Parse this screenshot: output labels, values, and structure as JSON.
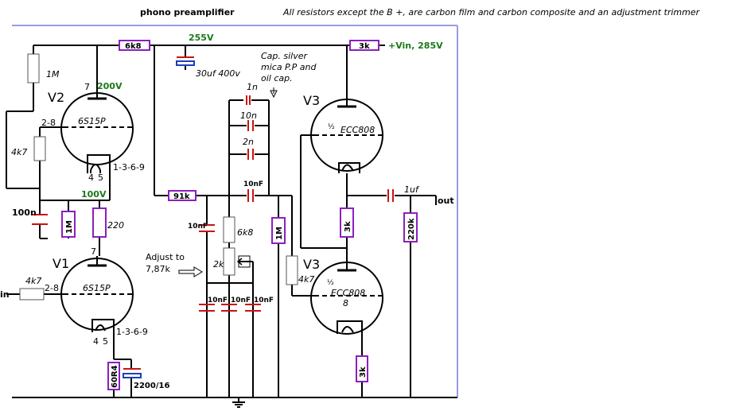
{
  "header": {
    "title": "phono preamplifier",
    "note": "All resistors except the B +, are carbon film and carbon composite and an adjustment trimmer"
  },
  "supply": {
    "vin_label": "+Vin, 285V",
    "node_255": "255V",
    "node_200": "200V",
    "node_100": "100V",
    "cap_main": "30uf 400v",
    "cap_note": "Cap. silver mica P.P and oil cap."
  },
  "tubes": {
    "v2": {
      "name": "V2",
      "type": "6S15P",
      "pin_plate": "7",
      "pin_grid": "2-8",
      "pin_cathode": "1-3-6-9",
      "pin_h1": "4",
      "pin_h2": "5"
    },
    "v1": {
      "name": "V1",
      "type": "6S15P",
      "pin_plate": "7",
      "pin_grid": "2-8",
      "pin_cathode": "1-3-6-9",
      "pin_h1": "4",
      "pin_h2": "5"
    },
    "v3a": {
      "name": "V3",
      "type": "ECC808",
      "half": "½"
    },
    "v3b": {
      "name": "V3",
      "type": "ECC808",
      "half": "½",
      "pin": "8"
    }
  },
  "resistors": {
    "r_6k8_top": "6k8",
    "r_3k_top": "3k",
    "r_1M_left": "1M",
    "r_4k7_left": "4k7",
    "r_1M_v2cath": "1M",
    "r_220": "220",
    "r_4k7_in": "4k7",
    "r_60R4": "60R4",
    "r_91k": "91k",
    "r_6k8_mid": "6k8",
    "r_2k": "2k",
    "r_1M_mid": "1M",
    "r_4k7_mid": "4k7",
    "r_3k_mid": "3k",
    "r_3k_bot": "3k",
    "r_220k": "220k"
  },
  "capacitors": {
    "c_100n": "100n",
    "c_2200": "2200/16",
    "c_1n": "1n",
    "c_10n": "10n",
    "c_2n": "2n",
    "c_10nF_series": "10nF",
    "c_10nF_shunt": "10nF",
    "c_10nF_a": "10nF",
    "c_10nF_b": "10nF",
    "c_10nF_c": "10nF",
    "c_1uf": "1uf"
  },
  "io": {
    "input": "in",
    "output": "out",
    "adjust": "Adjust to 7,87k"
  },
  "colors": {
    "resistor": "#8b1fbf",
    "capacitor": "#cc1111",
    "electrolytic": "#1a3fbf",
    "wire": "#000000",
    "frame": "#9a9ae6",
    "green_label": "#1a7a1a"
  }
}
